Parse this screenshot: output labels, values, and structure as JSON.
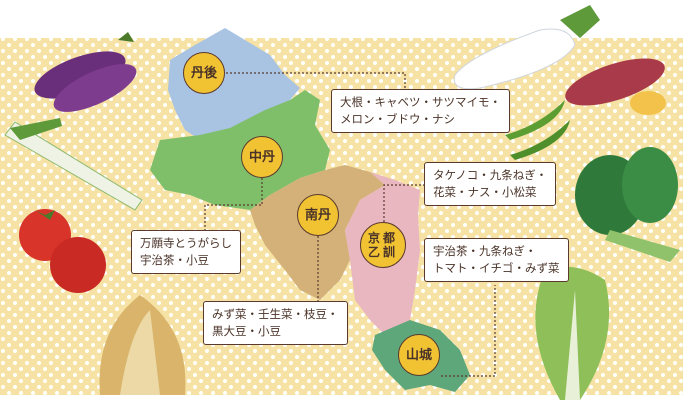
{
  "colors": {
    "background_dots": "#f6e2a4",
    "tango": "#a9c3e3",
    "chutan": "#7fbf6a",
    "nantan": "#d3b179",
    "kyoto_otokuni": "#e9b7bf",
    "yamashiro": "#5ea77b",
    "badge": "#f1c232",
    "outline": "#5a3a2e"
  },
  "regions": [
    {
      "name": "丹後",
      "products": "大根・キャベツ・サツマイモ・\nメロン・ブドウ・ナシ",
      "line1": "大根・キャベツ・サツマイモ・",
      "line2": "メロン・ブドウ・ナシ"
    },
    {
      "name": "中丹",
      "line1": "万願寺とうがらし",
      "line2": "宇治茶・小豆"
    },
    {
      "name": "南丹",
      "line1": "みず菜・壬生菜・枝豆・",
      "line2": "黒大豆・小豆"
    },
    {
      "name": "京都乙訓",
      "line1": "タケノコ・九条ねぎ・",
      "line2": "花菜・ナス・小松菜"
    },
    {
      "name": "山城",
      "line1": "宇治茶・九条ねぎ・",
      "line2": "トマト・イチゴ・みず菜"
    }
  ],
  "illustrations": [
    "eggplant",
    "green-onion",
    "tomato",
    "bamboo-shoot",
    "daikon",
    "sweet-potato",
    "green-pepper",
    "spinach",
    "mizuna"
  ]
}
